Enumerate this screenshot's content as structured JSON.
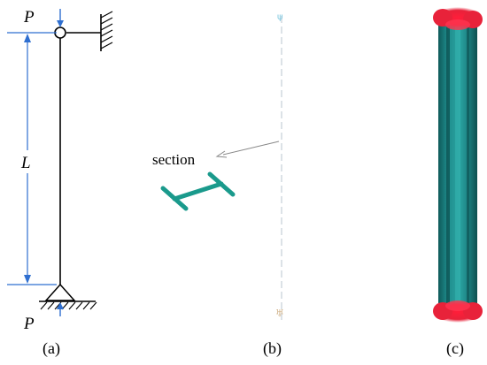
{
  "panel_a": {
    "load_top": "P",
    "load_bottom": "P",
    "length": "L",
    "caption": "(a)"
  },
  "panel_b": {
    "section_label": "section",
    "caption": "(b)"
  },
  "panel_c": {
    "caption": "(c)"
  },
  "colors": {
    "dimension_blue": "#2f6fd0",
    "member_black": "#000000",
    "section_teal": "#1a9a8c",
    "column_teal": "#1f8a8a",
    "column_dark": "#11605f",
    "contact_red": "#e8223a",
    "dashed_axis": "#c9d2da",
    "pointer_gray": "#888888"
  }
}
